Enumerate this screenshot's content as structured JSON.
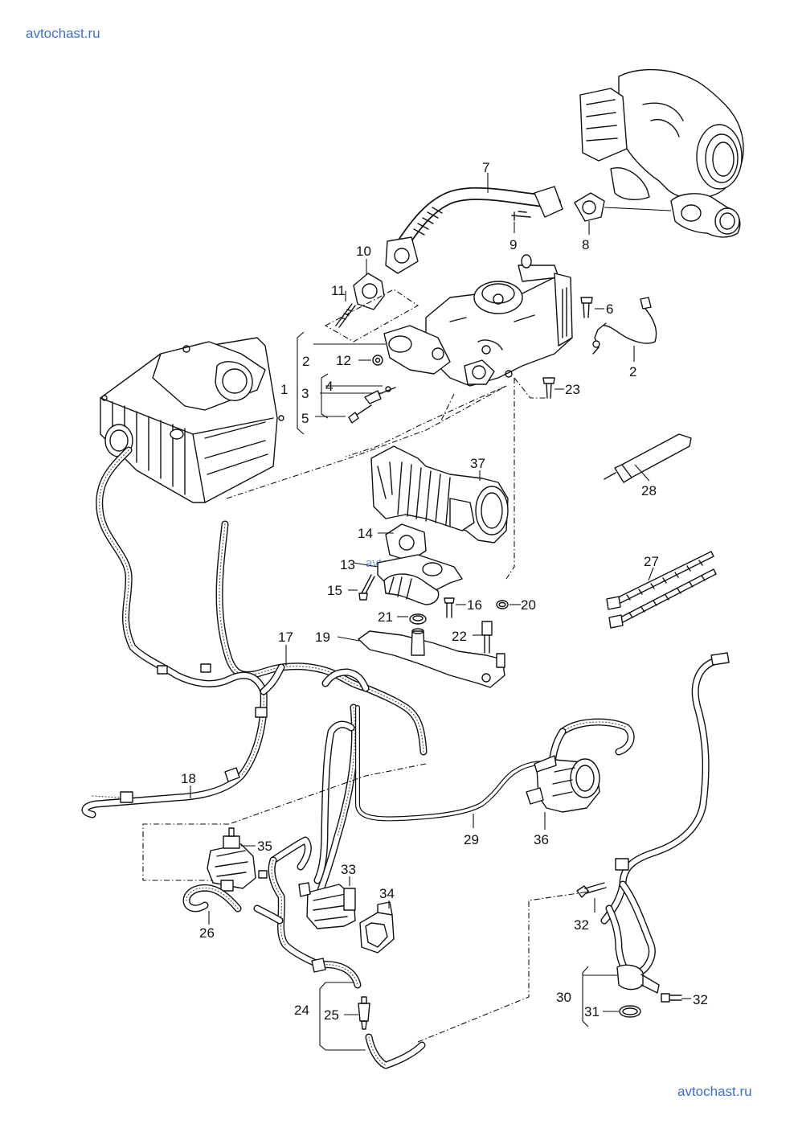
{
  "watermark": {
    "top": "avtochast.ru",
    "bottom": "avtochast.ru",
    "middle": "avtochast.ru"
  },
  "callouts": {
    "c1": "1",
    "c2a": "2",
    "c2b": "2",
    "c3": "3",
    "c4": "4",
    "c5": "5",
    "c6": "6",
    "c7": "7",
    "c8": "8",
    "c9": "9",
    "c10": "10",
    "c11": "11",
    "c12": "12",
    "c13": "13",
    "c14": "14",
    "c15": "15",
    "c16": "16",
    "c17": "17",
    "c18": "18",
    "c19": "19",
    "c20": "20",
    "c21": "21",
    "c22": "22",
    "c23": "23",
    "c24": "24",
    "c25": "25",
    "c26": "26",
    "c27": "27",
    "c28": "28",
    "c29": "29",
    "c30": "30",
    "c31": "31",
    "c32a": "32",
    "c32b": "32",
    "c33": "33",
    "c34": "34",
    "c35": "35",
    "c36": "36",
    "c37": "37"
  }
}
